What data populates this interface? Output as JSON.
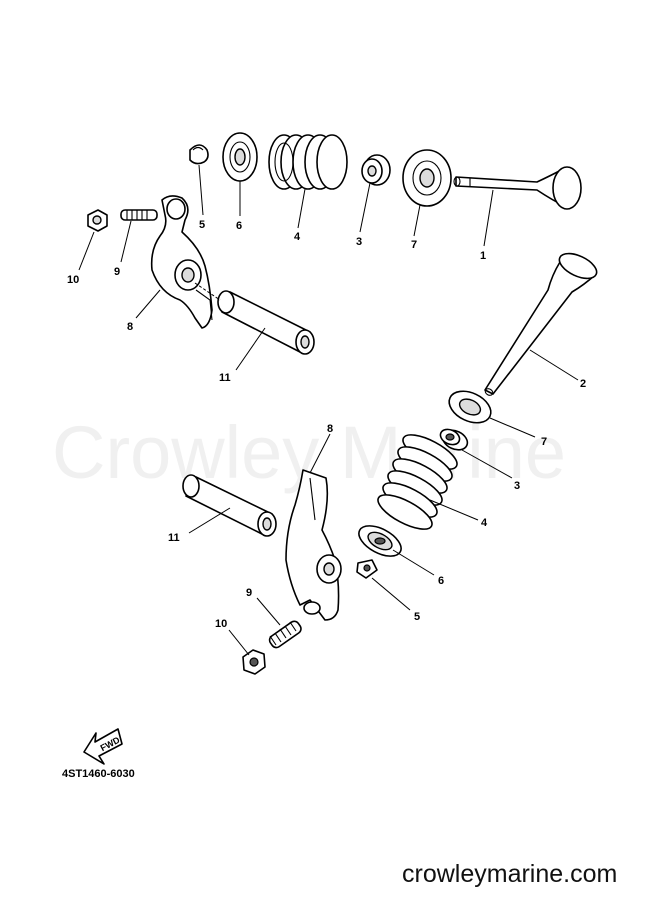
{
  "watermark": "Crowley Marine",
  "diagram_code": "4ST1460-6030",
  "footer_url": "crowleymarine.com",
  "fwd_label": "FWD",
  "callouts": {
    "top": {
      "c1": "1",
      "c3": "3",
      "c4": "4",
      "c5": "5",
      "c6": "6",
      "c7": "7",
      "c8": "8",
      "c9": "9",
      "c10": "10",
      "c11": "11"
    },
    "bottom": {
      "c2": "2",
      "c3": "3",
      "c4": "4",
      "c5": "5",
      "c6": "6",
      "c7": "7",
      "c8": "8",
      "c9": "9",
      "c10": "10",
      "c11": "11"
    }
  }
}
